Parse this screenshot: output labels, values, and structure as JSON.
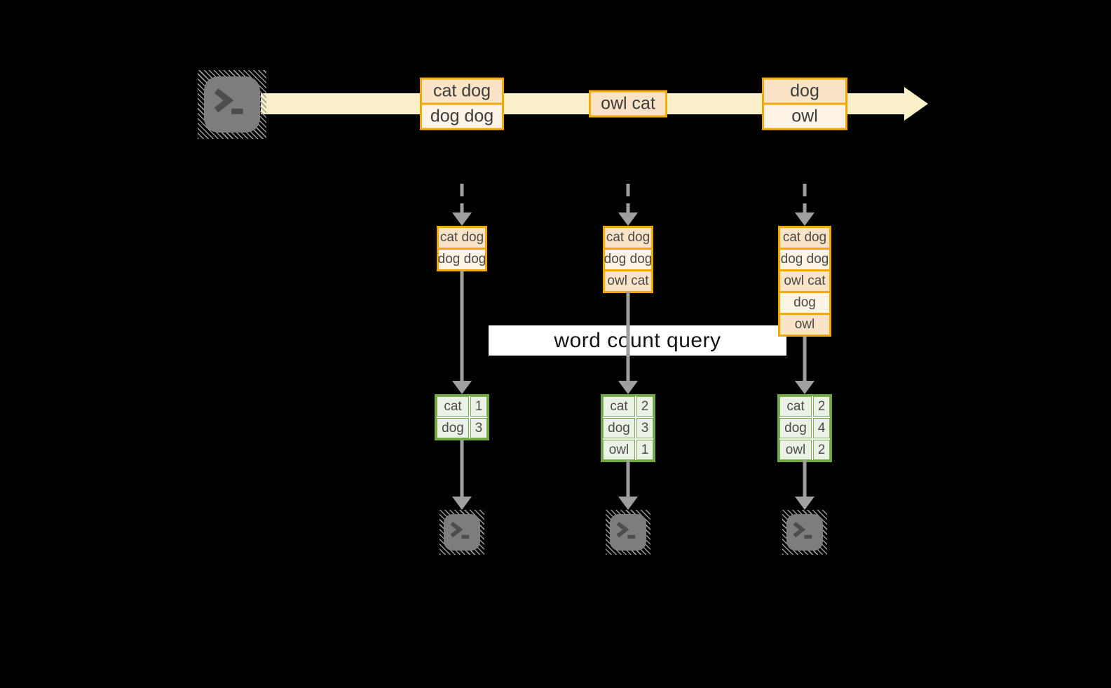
{
  "band": {
    "label": "word count query"
  },
  "icons": {
    "source": "terminal-icon",
    "outputs": "terminal-icon"
  },
  "columns": [
    {
      "stream_record": [
        "cat dog",
        "dog dog"
      ],
      "state_record": [
        "cat dog",
        "dog dog"
      ],
      "counts": [
        {
          "word": "cat",
          "count": "1"
        },
        {
          "word": "dog",
          "count": "3"
        }
      ]
    },
    {
      "stream_record": [
        "owl cat"
      ],
      "state_record": [
        "cat dog",
        "dog dog",
        "owl cat"
      ],
      "counts": [
        {
          "word": "cat",
          "count": "2"
        },
        {
          "word": "dog",
          "count": "3"
        },
        {
          "word": "owl",
          "count": "1"
        }
      ]
    },
    {
      "stream_record": [
        "dog",
        "owl"
      ],
      "state_record": [
        "cat dog",
        "dog dog",
        "owl cat",
        "dog",
        "owl"
      ],
      "counts": [
        {
          "word": "cat",
          "count": "2"
        },
        {
          "word": "dog",
          "count": "4"
        },
        {
          "word": "owl",
          "count": "2"
        }
      ]
    }
  ],
  "colors": {
    "background": "#000000",
    "stream_band": "#FBF0C9",
    "record_border": "#F2A900",
    "record_fill_dark": "#FAE3C6",
    "record_fill_light": "#FDF4E6",
    "table_border": "#72A943",
    "table_fill": "#EBF1E4",
    "arrow_gray": "#9F9F9F",
    "terminal_gray": "#7D7D7D",
    "query_band_bg": "#FFFFFF"
  }
}
